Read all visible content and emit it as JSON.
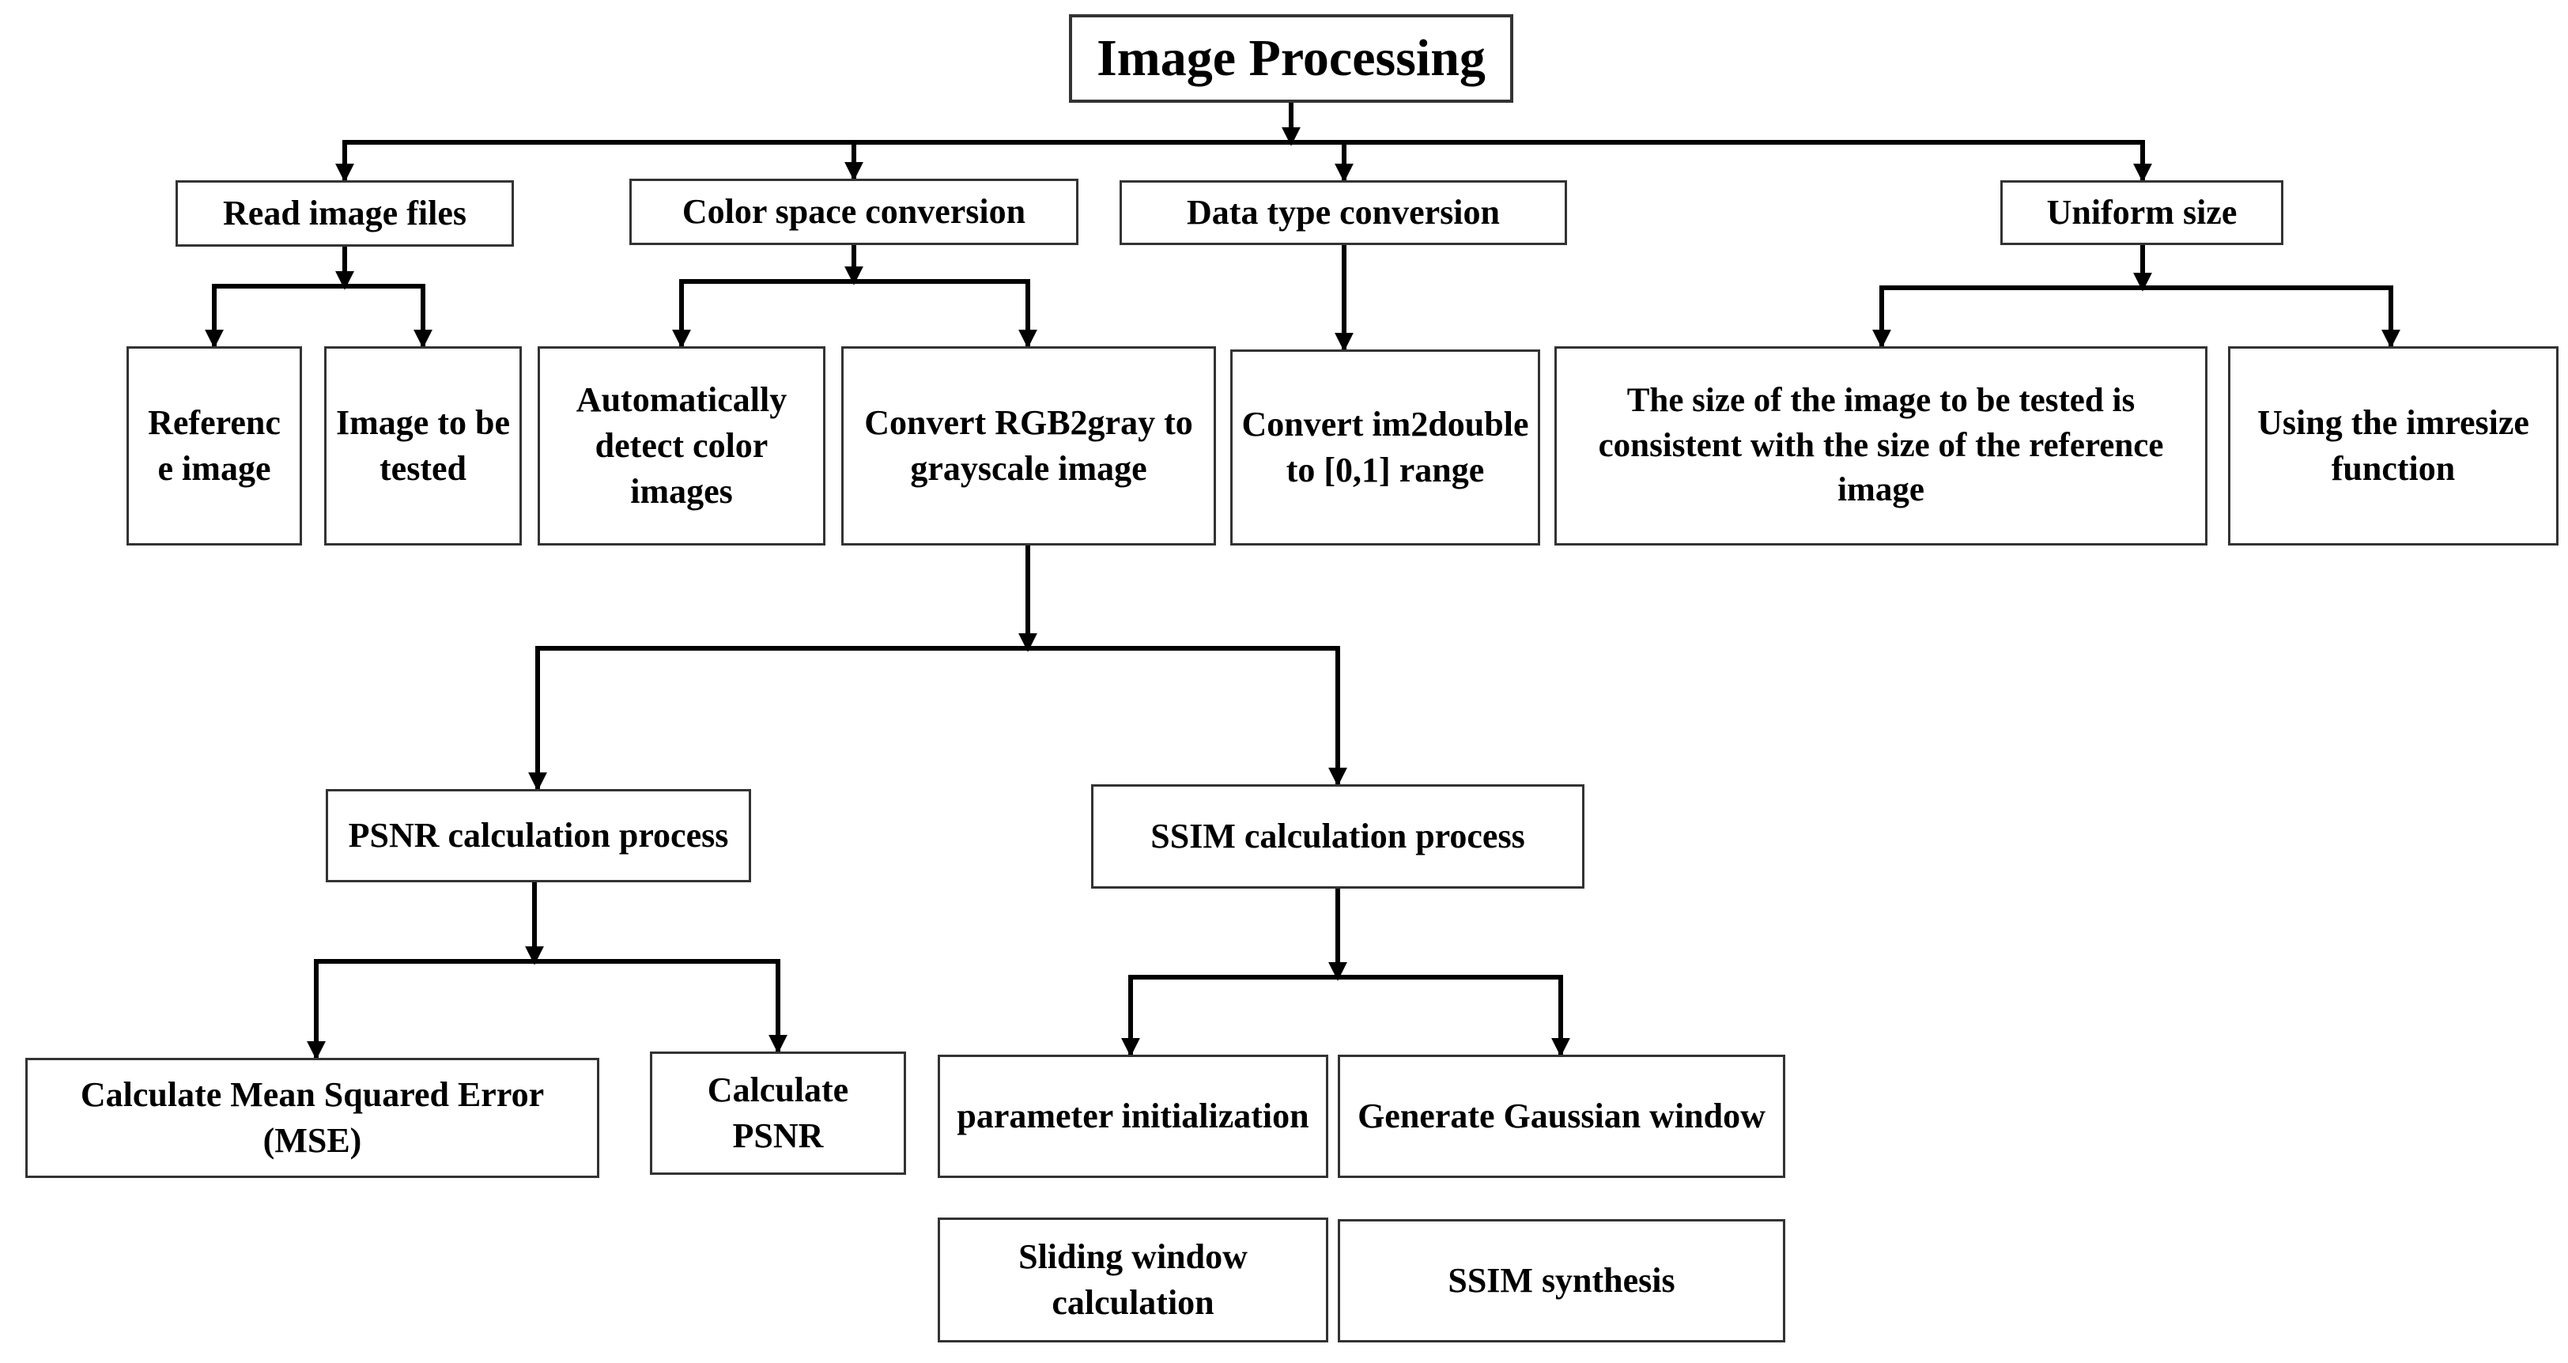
{
  "diagram": {
    "root": {
      "label": "Image Processing"
    },
    "steps": {
      "read_image_files": "Read image files",
      "color_space_conversion": "Color space conversion",
      "data_type_conversion": "Data type conversion",
      "uniform_size": "Uniform size"
    },
    "details": {
      "reference_image": "Referenc e image",
      "image_to_be_tested": "Image to be tested",
      "automatically_detect": "Automatically detect color images",
      "convert_rgb2gray": "Convert RGB2gray to grayscale image",
      "convert_im2double": "Convert im2double to [0,1] range",
      "size_consistent": "The size of the image to be tested is consistent with the size of the reference image",
      "imresize": "Using the imresize function"
    },
    "processes": {
      "psnr": "PSNR calculation process",
      "ssim": "SSIM calculation process"
    },
    "psnr_steps": {
      "mse": "Calculate Mean Squared Error (MSE)",
      "calc_psnr": "Calculate PSNR"
    },
    "ssim_steps": {
      "param_init": "parameter initialization",
      "gaussian_window": "Generate Gaussian window",
      "sliding_window": "Sliding window calculation",
      "ssim_synthesis": "SSIM synthesis"
    },
    "colors": {
      "line": "#000000",
      "border": "#333333",
      "text": "#000000",
      "background": "#ffffff"
    }
  }
}
